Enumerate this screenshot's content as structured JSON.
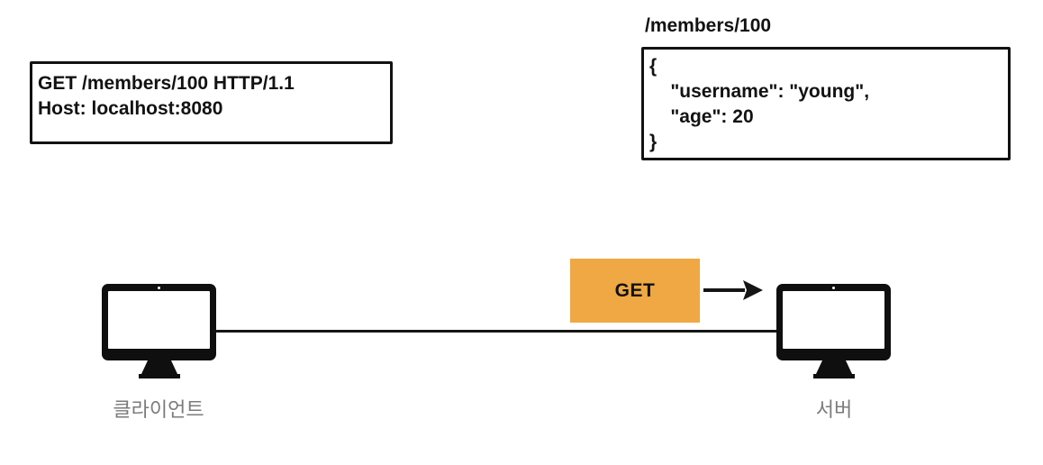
{
  "request_box": {
    "lines": [
      "GET /members/100 HTTP/1.1",
      "Host: localhost:8080"
    ]
  },
  "response": {
    "label": "/members/100",
    "json_lines": [
      "{",
      "    \"username\": \"young\",",
      "    \"age\": 20",
      "}"
    ]
  },
  "message": {
    "label": "GET"
  },
  "client": {
    "label": "클라이언트"
  },
  "server": {
    "label": "서버"
  },
  "colors": {
    "accent_orange": "#EFA843",
    "ink_black": "#121212",
    "label_gray": "#7B7B7B"
  }
}
